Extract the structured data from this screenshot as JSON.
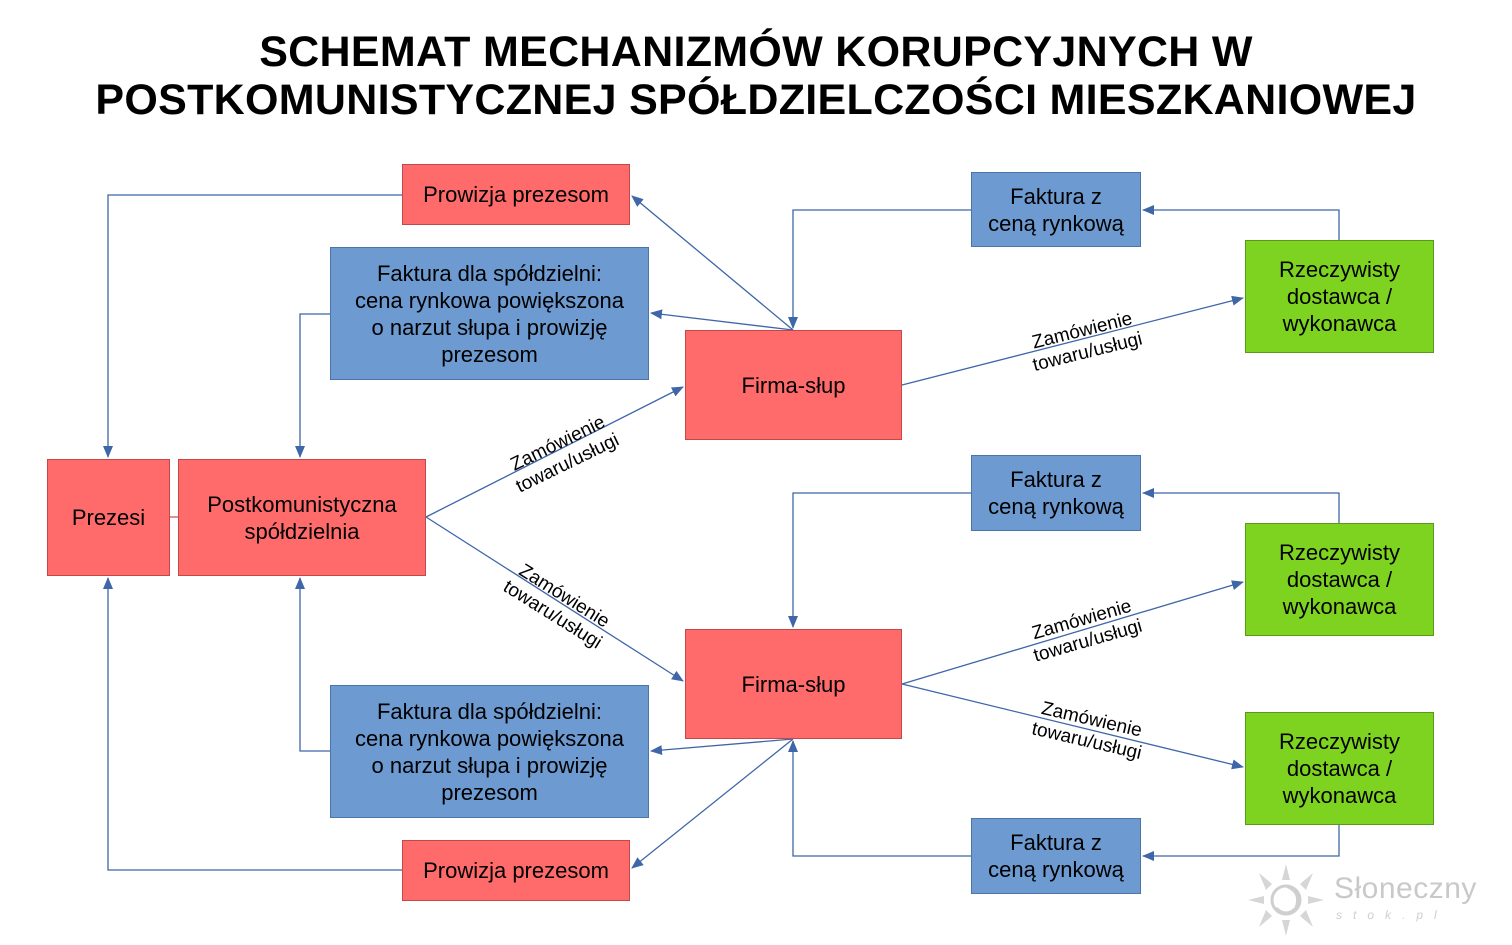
{
  "title": {
    "line1": "SCHEMAT MECHANIZMÓW KORUPCYJNYCH W",
    "line2": "POSTKOMUNISTYCZNEJ SPÓŁDZIELCZOŚCI MIESZKANIOWEJ"
  },
  "nodes": {
    "prezesi": "Prezesi",
    "spoldzielnia": [
      "Postkomunistyczna",
      "spółdzielnia"
    ],
    "firma_top": "Firma-słup",
    "firma_bottom": "Firma-słup",
    "prowizja_top": "Prowizja prezesom",
    "prowizja_bottom": "Prowizja prezesom",
    "faktura_spoldzielnia_top": [
      "Faktura dla spółdzielni:",
      "cena rynkowa powiększona",
      "o narzut słupa i prowizję",
      "prezesom"
    ],
    "faktura_spoldzielnia_bottom": [
      "Faktura dla spółdzielni:",
      "cena rynkowa powiększona",
      "o narzut słupa i prowizję",
      "prezesom"
    ],
    "faktura_rynkowa_1": [
      "Faktura z",
      "ceną rynkową"
    ],
    "faktura_rynkowa_2": [
      "Faktura z",
      "ceną rynkową"
    ],
    "faktura_rynkowa_3": [
      "Faktura z",
      "ceną rynkową"
    ],
    "dostawca_1": [
      "Rzeczywisty",
      "dostawca /",
      "wykonawca"
    ],
    "dostawca_2": [
      "Rzeczywisty",
      "dostawca /",
      "wykonawca"
    ],
    "dostawca_3": [
      "Rzeczywisty",
      "dostawca /",
      "wykonawca"
    ]
  },
  "edge_labels": {
    "order_1": [
      "Zamówienie",
      "towaru/usługi"
    ],
    "order_2": [
      "Zamówienie",
      "towaru/usługi"
    ],
    "order_3": [
      "Zamówienie",
      "towaru/usługi"
    ],
    "order_4": [
      "Zamówienie",
      "towaru/usługi"
    ],
    "order_5": [
      "Zamówienie",
      "towaru/usługi"
    ]
  },
  "watermark": {
    "name": "Słoneczny",
    "sub": "stok.pl"
  },
  "colors": {
    "red": "#ff6b6b",
    "blue": "#6d9bd1",
    "green": "#7ed320",
    "arrow": "#3f66a8"
  }
}
